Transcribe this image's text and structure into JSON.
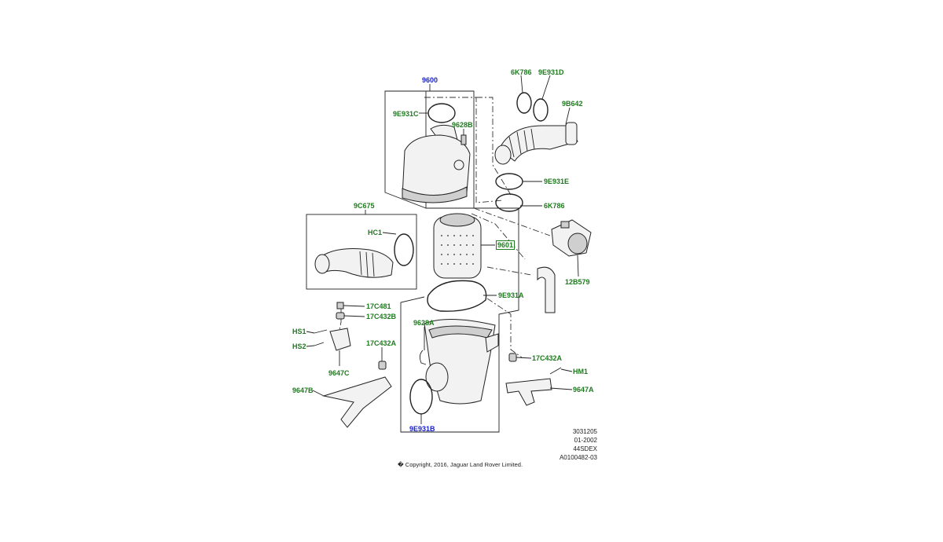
{
  "diagram": {
    "callouts": {
      "p9600": "9600",
      "p9E931C": "9E931C",
      "p9628B": "9628B",
      "p6K786_top": "6K786",
      "p9E931D": "9E931D",
      "p9B642": "9B642",
      "p9E931E": "9E931E",
      "p6K786_mid": "6K786",
      "p9C675": "9C675",
      "pHC1": "HC1",
      "p9601": "9601",
      "p12B579": "12B579",
      "p9E931A": "9E931A",
      "p17C481": "17C481",
      "p17C432B": "17C432B",
      "pHS1": "HS1",
      "pHS2": "HS2",
      "p9628A": "9628A",
      "p17C432A_left": "17C432A",
      "p17C432A_right": "17C432A",
      "pHM1": "HM1",
      "p9647C": "9647C",
      "p9647A": "9647A",
      "p9647B": "9647B",
      "p9E931B": "9E931B"
    },
    "reference": {
      "line1": "3031205",
      "line2": "01-2002",
      "line3": "44SDEX",
      "line4": "A0100482-03"
    },
    "copyright": "� Copyright, 2016, Jaguar Land Rover Limited."
  },
  "colors": {
    "label_green": "#1e7a1e",
    "label_blue": "#1a22c8",
    "line": "#222222"
  }
}
